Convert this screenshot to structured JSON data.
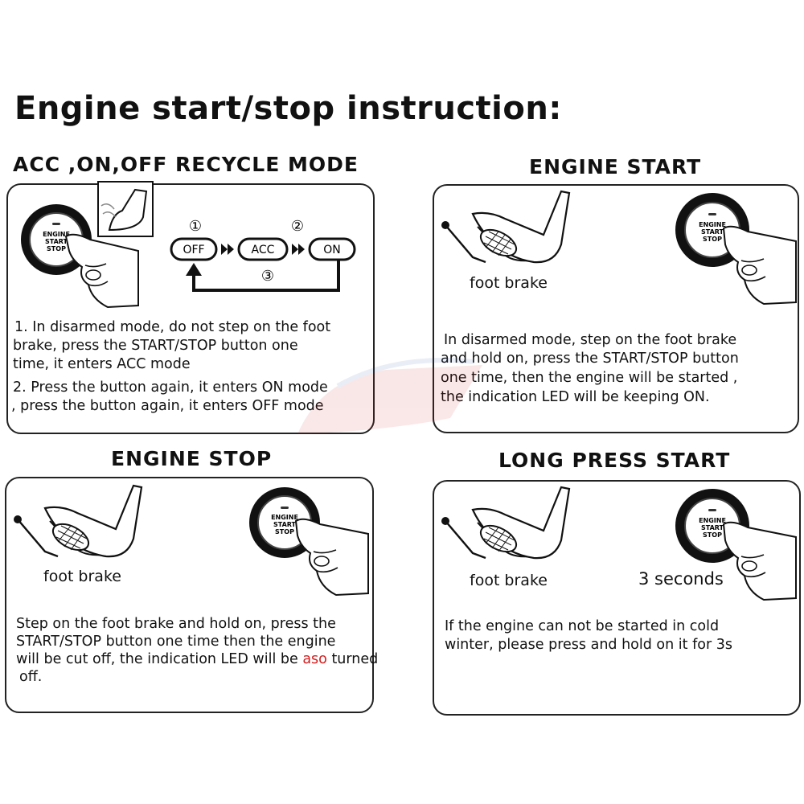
{
  "title": "Engine start/stop instruction:",
  "sections": {
    "acc": {
      "title": "ACC ,ON,OFF RECYCLE MODE",
      "states": [
        "OFF",
        "ACC",
        "ON"
      ],
      "step_labels": [
        "①",
        "②",
        "③"
      ],
      "button_text": [
        "ENGINE",
        "START",
        "STOP"
      ],
      "lines": [
        "1. In disarmed mode, do not step on the foot",
        "brake, press the START/STOP button one",
        " time, it enters ACC mode",
        "2. Press the button again, it enters ON mode",
        ", press the button again, it enters OFF mode"
      ]
    },
    "engine_start": {
      "title": "ENGINE START",
      "foot_label": "foot brake",
      "button_text": [
        "ENGINE",
        "START",
        "STOP"
      ],
      "lines": [
        "In disarmed mode, step on the foot brake",
        "and hold on, press the START/STOP button",
        "one time, then the engine will be started ,",
        "the indication LED will be keeping ON."
      ]
    },
    "engine_stop": {
      "title": "ENGINE STOP",
      "foot_label": "foot brake",
      "button_text": [
        "ENGINE",
        "START",
        "STOP"
      ],
      "lines": [
        " Step on the foot brake and hold on, press the",
        "START/STOP button one time then the engine",
        "off."
      ],
      "line3_before": "will be cut off, the indication LED will be ",
      "line3_highlight": "aso",
      "line3_after": " turned"
    },
    "long_press": {
      "title": "LONG PRESS START",
      "foot_label": "foot brake",
      "seconds_label": "3 seconds",
      "button_text": [
        "ENGINE",
        "START",
        "STOP"
      ],
      "lines": [
        "If the engine can not be started in cold",
        "winter, please press and hold on it for 3s"
      ]
    }
  },
  "colors": {
    "text": "#111111",
    "highlight": "#d21d1d",
    "watermark": "#cc2222"
  }
}
